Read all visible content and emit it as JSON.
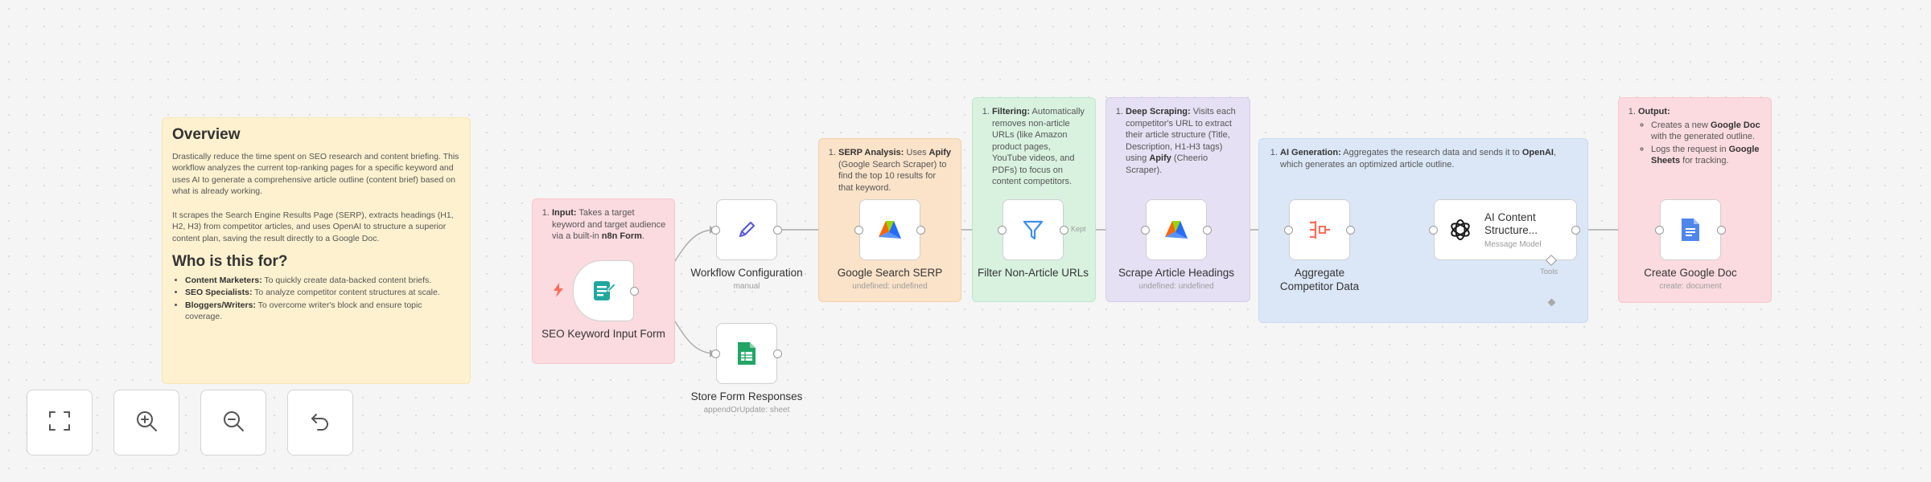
{
  "colors": {
    "canvas_bg": "#f5f5f5",
    "connector": "#a9a9a9",
    "trigger_bolt": "#ff6d5a",
    "form_icon": "#22a79e",
    "sheets_green": "#23a566",
    "pencil_purple": "#5b5bd6",
    "filter_blue": "#3d8ff0",
    "aggregate_orange": "#ff6d5a",
    "docs_blue": "#4f86ec"
  },
  "overview": {
    "title": "Overview",
    "p1": "Drastically reduce the time spent on SEO research and content briefing. This workflow analyzes the current top-ranking pages for a specific keyword and uses AI to generate a comprehensive article outline (content brief) based on what is already working.",
    "p2": "It scrapes the Search Engine Results Page (SERP), extracts headings (H1, H2, H3) from competitor articles, and uses OpenAI to structure a superior content plan, saving the result directly to a Google Doc.",
    "who_title": "Who is this for?",
    "items": [
      {
        "label": "Content Marketers:",
        "text": " To quickly create data-backed content briefs."
      },
      {
        "label": "SEO Specialists:",
        "text": " To analyze competitor content structures at scale."
      },
      {
        "label": "Bloggers/Writers:",
        "text": " To overcome writer's block and ensure topic coverage."
      }
    ]
  },
  "notes": {
    "input": {
      "label": "Input:",
      "text": " Takes a target keyword and target audience via a built-in ",
      "bold2": "n8n Form",
      "end": "."
    },
    "serp": {
      "label": "SERP Analysis:",
      "t1": " Uses ",
      "bold2": "Apify",
      "t2": " (Google Search Scraper) to find the top 10 results for that keyword."
    },
    "filtering": {
      "label": "Filtering:",
      "text": " Automatically removes non-article URLs (like Amazon product pages, YouTube videos, and PDFs) to focus on content competitors."
    },
    "scraping": {
      "label": "Deep Scraping:",
      "t1": " Visits each competitor's URL to extract their article structure (Title, Description, H1-H3 tags) using ",
      "bold2": "Apify",
      "t2": " (Cheerio Scraper)."
    },
    "ai": {
      "label": "AI Generation:",
      "t1": " Aggregates the research data and sends it to ",
      "bold2": "OpenAI",
      "t2": ", which generates an optimized article outline."
    },
    "output": {
      "label": "Output:",
      "i1a": "Creates a new ",
      "i1b": "Google Doc",
      "i1c": " with the generated outline.",
      "i2a": "Logs the request in ",
      "i2b": "Google Sheets",
      "i2c": " for tracking."
    }
  },
  "nodes": {
    "form_trigger": {
      "title": "SEO Keyword Input Form"
    },
    "workflow_config": {
      "title": "Workflow Configuration",
      "sub": "manual"
    },
    "store_responses": {
      "title": "Store Form Responses",
      "sub": "appendOrUpdate: sheet"
    },
    "google_serp": {
      "title": "Google Search SERP",
      "sub": "undefined: undefined"
    },
    "filter": {
      "title": "Filter Non-Article URLs",
      "branch_label": "Kept"
    },
    "scrape": {
      "title": "Scrape Article Headings",
      "sub": "undefined: undefined"
    },
    "aggregate": {
      "title": "Aggregate Competitor Data"
    },
    "ai_agent": {
      "title": "AI Content Structure...",
      "sub": "Message Model",
      "tool_label": "Tools"
    },
    "google_doc": {
      "title": "Create Google Doc",
      "sub": "create: document"
    }
  },
  "controls": {
    "fit_view": "fit-view",
    "zoom_in": "zoom-in",
    "zoom_out": "zoom-out",
    "reset": "undo"
  }
}
